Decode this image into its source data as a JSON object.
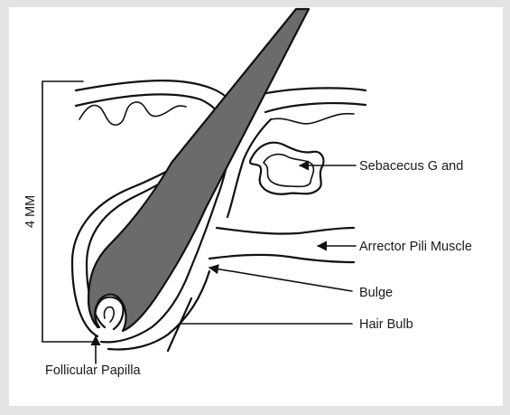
{
  "labels": {
    "sebaceous_gland": "Sebacecus G and",
    "arrector_pili": "Arrector Pili Muscle",
    "bulge": "Bulge",
    "hair_bulb": "Hair Bulb",
    "follicular_papilla": "Follicular Papilla",
    "scale": "4 MM"
  },
  "colors": {
    "hair_shaft": "#6b6b6b",
    "ink": "#111111",
    "frame": "#e3e3e3",
    "background": "#ffffff"
  }
}
